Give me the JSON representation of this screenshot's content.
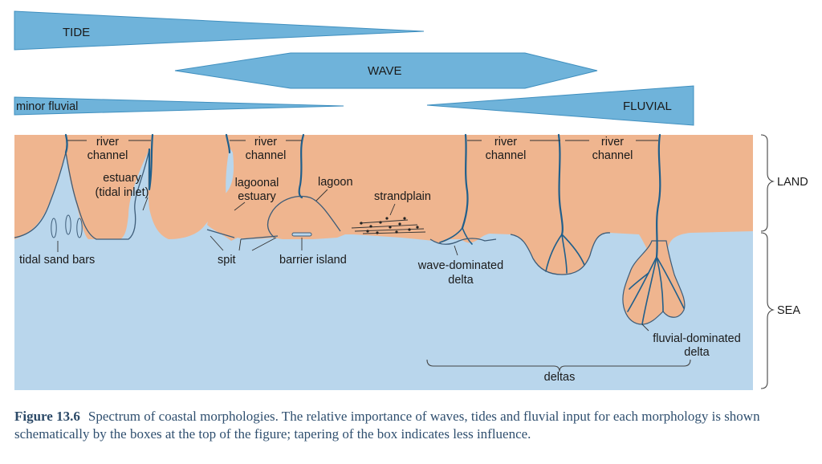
{
  "influence_bars": {
    "tide": "TIDE",
    "wave": "WAVE",
    "minor_fluvial": "minor fluvial",
    "fluvial": "FLUVIAL"
  },
  "zones": {
    "land": "LAND",
    "sea": "SEA"
  },
  "labels": {
    "river_channel_1": [
      "river",
      "channel"
    ],
    "river_channel_2": [
      "river",
      "channel"
    ],
    "river_channel_3": [
      "river",
      "channel"
    ],
    "river_channel_4": [
      "river",
      "channel"
    ],
    "estuary": [
      "estuary",
      "(tidal inlet)"
    ],
    "lagoonal_estuary": [
      "lagoonal",
      "estuary"
    ],
    "lagoon": "lagoon",
    "strandplain": "strandplain",
    "tidal_sand_bars": "tidal sand bars",
    "spit": "spit",
    "barrier_island": "barrier island",
    "wave_dominated_delta": [
      "wave-dominated",
      "delta"
    ],
    "fluvial_dominated_delta": [
      "fluvial-dominated",
      "delta"
    ],
    "deltas": "deltas"
  },
  "caption": {
    "figure_label": "Figure 13.6",
    "text": "Spectrum of coastal morphologies. The relative importance of waves, tides and fluvial input for each morphology is shown schematically by the boxes at the top of the figure; tapering of the box indicates less influence."
  },
  "colors": {
    "land": "#efb58f",
    "sea": "#b9d6ec",
    "influence_box": "#6fb3da",
    "river": "#1f5f8c"
  }
}
